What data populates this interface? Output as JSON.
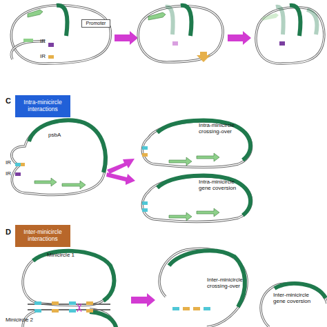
{
  "diagram": {
    "nodes": [
      {
        "text": [
          "Promoter"
        ]
      },
      {
        "text": [
          "Intra-minicircle interactions"
        ]
      },
      {
        "text": [
          "Inter-minicircle interactions"
        ]
      }
    ],
    "labels": [
      "IR",
      "IR",
      "C",
      "psbA",
      "IR",
      "IR",
      "Intra-minicircle crossing-over",
      "Intra-minicircle gene coversion",
      "D",
      "Minicircle 1",
      "Inter-minicircle crossing-over",
      "Inter-minicircle gene coversion",
      "Minicircle 2"
    ]
  }
}
